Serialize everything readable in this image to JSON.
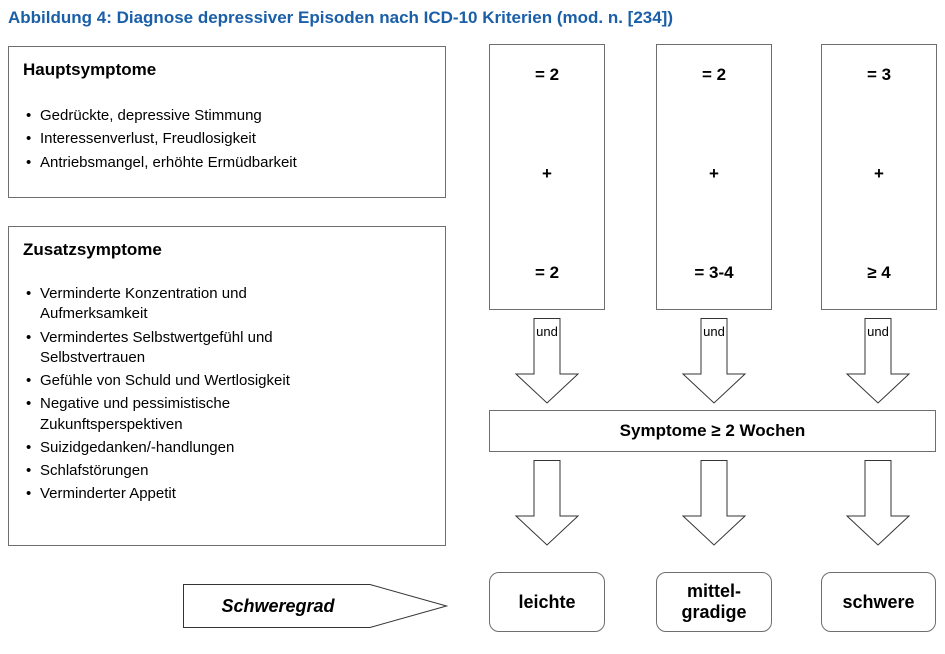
{
  "title": "Abbildung 4: Diagnose depressiver Episoden nach ICD-10 Kriterien (mod. n. [234])",
  "colors": {
    "title_blue": "#1a5fa8",
    "box_border": "#6e6e6e",
    "background": "#ffffff"
  },
  "hauptsymptome": {
    "heading": "Hauptsymptome",
    "items": [
      "Gedrückte, depressive Stimmung",
      "Interessenverlust, Freudlosigkeit",
      "Antriebsmangel, erhöhte Ermüdbarkeit"
    ]
  },
  "zusatzsymptome": {
    "heading": "Zusatzsymptome",
    "items": [
      "Verminderte Konzentration und Aufmerksamkeit",
      "Vermindertes Selbstwertgefühl und Selbstvertrauen",
      "Gefühle von Schuld und Wertlosigkeit",
      "Negative und pessimistische Zukunftsperspektiven",
      "Suizidgedanken/-handlungen",
      "Schlafstörungen",
      "Verminderter Appetit"
    ]
  },
  "criteria": [
    {
      "hauptsymptome_count": "= 2",
      "plus": "+",
      "zusatzsymptome_count": "= 2",
      "connector": "und",
      "severity": "leichte"
    },
    {
      "hauptsymptome_count": "= 2",
      "plus": "+",
      "zusatzsymptome_count": "= 3-4",
      "connector": "und",
      "severity": "mittel-\ngradige"
    },
    {
      "hauptsymptome_count": "= 3",
      "plus": "+",
      "zusatzsymptome_count": "≥ 4",
      "connector": "und",
      "severity": "schwere"
    }
  ],
  "duration_box": "Symptome ≥ 2 Wochen",
  "severity_pointer": "Schweregrad"
}
